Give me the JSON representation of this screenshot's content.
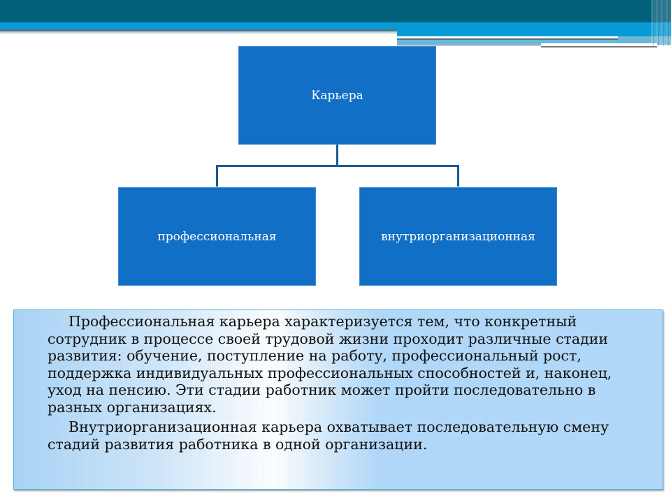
{
  "header": {
    "colors": {
      "dark_band": "#02607a",
      "cyan_band": "#069bd6",
      "light_band": "#6cb6d6"
    }
  },
  "diagram": {
    "root": {
      "label": "Карьера"
    },
    "children": [
      {
        "label": "профессиональная"
      },
      {
        "label": "внутриорганизационная"
      }
    ],
    "node_color": "#126fc6",
    "connector_color": "#1b5a91"
  },
  "textbox": {
    "paragraphs": [
      "Профессиональная карьера характеризуется тем, что конкретный сотрудник в процессе своей трудовой жизни проходит различные стадии развития: обучение, поступление на работу, профессиональный рост, поддержка индивидуальных профессиональных способностей и, наконец, уход на пенсию. Эти стадии работник может пройти последовательно в разных организациях.",
      "Внутриорганизационная карьера охватывает последовательную смену стадий развития работника в одной организации."
    ],
    "background": "#b2d8f9"
  }
}
